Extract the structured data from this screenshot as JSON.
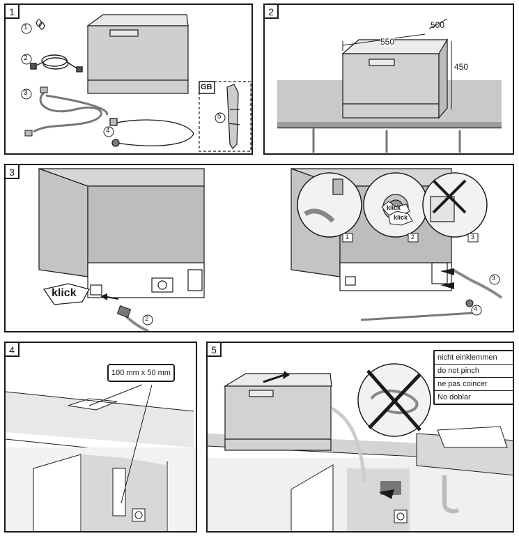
{
  "steps": [
    {
      "number": "1"
    },
    {
      "number": "2"
    },
    {
      "number": "3"
    },
    {
      "number": "4"
    },
    {
      "number": "5"
    }
  ],
  "panel1": {
    "parts": [
      "1",
      "2",
      "3",
      "4",
      "5"
    ],
    "region_badge": "GB"
  },
  "panel2": {
    "dims": {
      "depth": "500",
      "width": "550",
      "height": "450"
    }
  },
  "panel3": {
    "klick_large": "klick",
    "klick_small_a": "klick",
    "klick_small_b": "klick",
    "callouts": [
      "1",
      "2",
      "3"
    ],
    "left_ref": "2",
    "right_refs": [
      "3",
      "4"
    ]
  },
  "panel4": {
    "cutout_label": "100 mm x 50 mm"
  },
  "panel5": {
    "warning_lines": [
      "nicht einklemmen",
      "do not pinch",
      "ne pas coincer",
      "No doblar"
    ]
  },
  "colors": {
    "line": "#1a1a1a",
    "grey": "#9a9a9a",
    "light": "#e6e6e6",
    "mid": "#c8c8c8",
    "dark": "#6a6a6a"
  }
}
